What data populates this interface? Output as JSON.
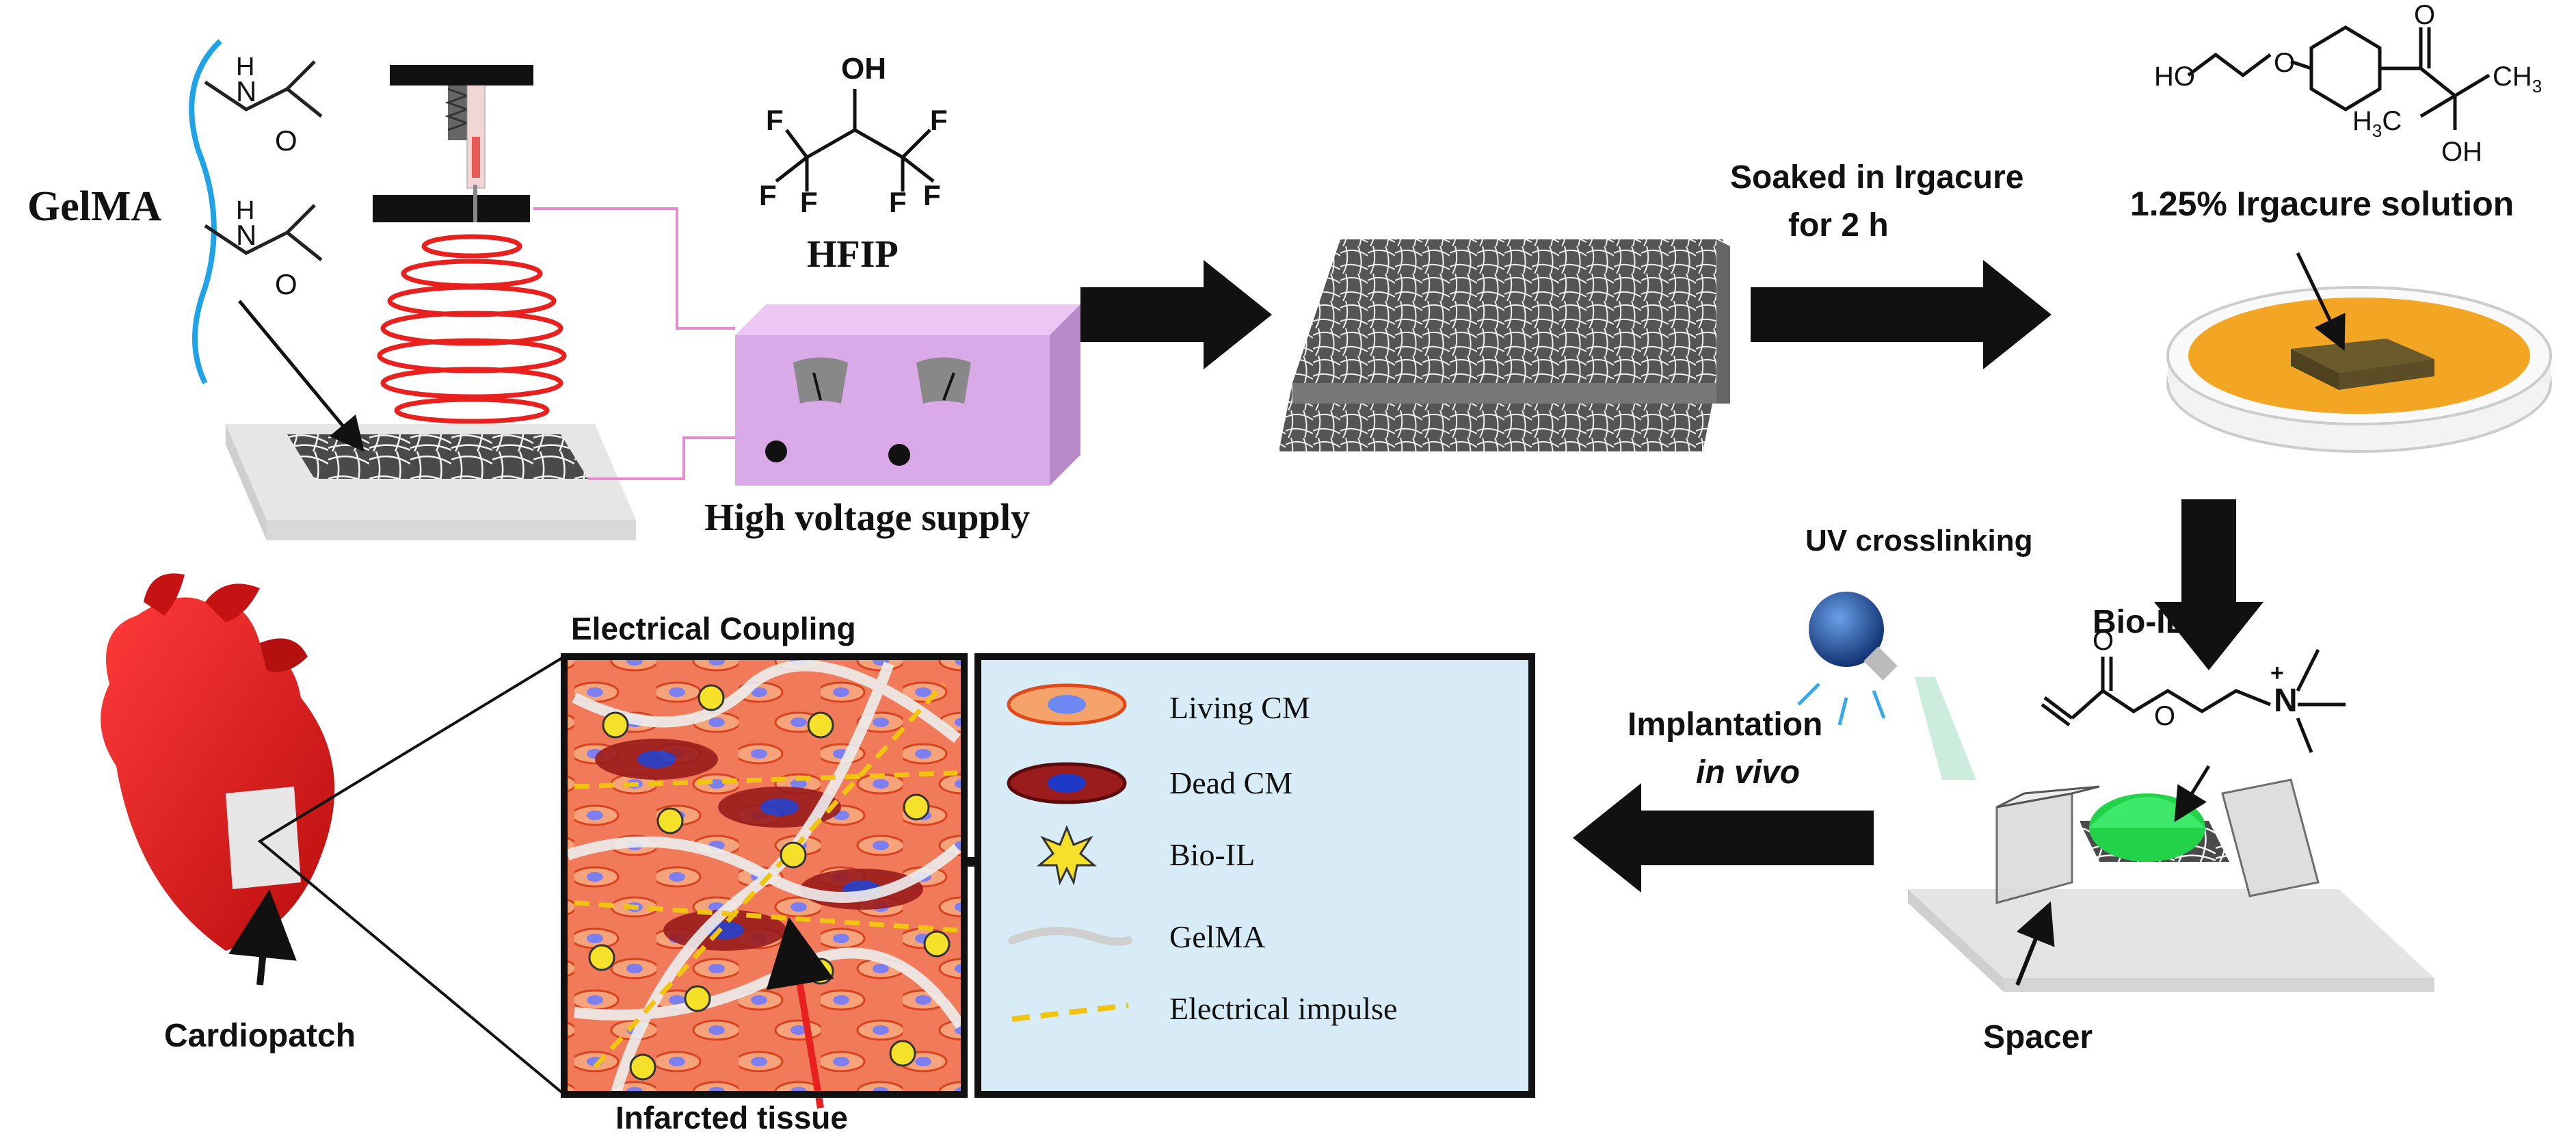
{
  "labels": {
    "gelma": "GelMA",
    "hfip": "HFIP",
    "high_voltage": "High voltage supply",
    "soaked_line1": "Soaked in Irgacure",
    "soaked_line2": "for 2 h",
    "irgacure_solution": "1.25% Irgacure solution",
    "uv_crosslinking": "UV crosslinking",
    "bio_il": "Bio-IL",
    "implantation_line1": "Implantation",
    "implantation_line2": "in vivo",
    "spacer": "Spacer",
    "electrical_coupling": "Electrical Coupling",
    "infarcted_tissue": "Infarcted tissue",
    "cardiopatch": "Cardiopatch"
  },
  "chem": {
    "oh": "OH",
    "f": "F",
    "h": "H",
    "n": "N",
    "o": "O",
    "plus": "+",
    "ho": "HO",
    "ch3": "CH",
    "h3c": "H",
    "sub3": "3",
    "c": "C"
  },
  "legend": {
    "items": [
      {
        "label": "Living CM",
        "symbol": "living-cm"
      },
      {
        "label": "Dead CM",
        "symbol": "dead-cm"
      },
      {
        "label": "Bio-IL",
        "symbol": "bio-il-star"
      },
      {
        "label": "GelMA",
        "symbol": "gelma-fiber"
      },
      {
        "label": "Electrical impulse",
        "symbol": "electrical-impulse"
      }
    ]
  },
  "colors": {
    "gelma_strand": "#1fa3e6",
    "spiral_red": "#e8201e",
    "supply_purple": "#d9a9e8",
    "heart_red": "#e01b1b",
    "dish_orange": "#f2a623",
    "legend_bg": "#d7ecf6",
    "bio_il_yellow": "#f6e12a",
    "gel_green": "#22d34a",
    "impulse_yellow": "#f1c40f"
  }
}
